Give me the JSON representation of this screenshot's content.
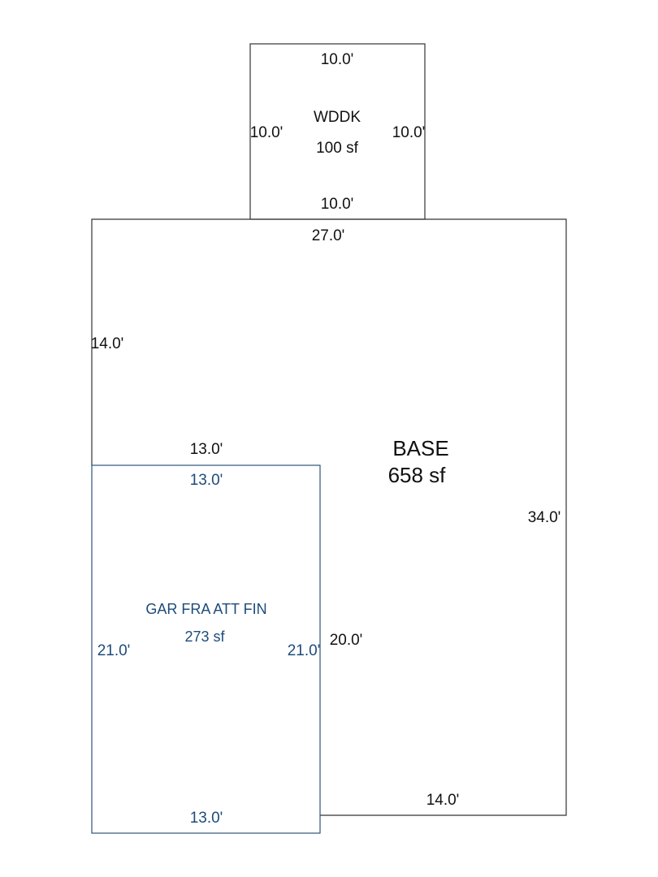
{
  "wddk": {
    "name": "WDDK",
    "area": "100 sf",
    "top": "10.0'",
    "left": "10.0'",
    "right": "10.0'",
    "bottom": "10.0'"
  },
  "base": {
    "name": "BASE",
    "area": "658 sf",
    "top": "27.0'",
    "left": "14.0'",
    "right": "34.0'",
    "inner_top": "13.0'",
    "inner_side": "20.0'",
    "bottom": "14.0'"
  },
  "garage": {
    "name": "GAR FRA ATT FIN",
    "area": "273 sf",
    "top": "13.0'",
    "left": "21.0'",
    "right": "21.0'",
    "bottom": "13.0'"
  },
  "colors": {
    "base_line": "#333333",
    "garage_line": "#2c5579",
    "garage_text": "#1e4b7a"
  }
}
